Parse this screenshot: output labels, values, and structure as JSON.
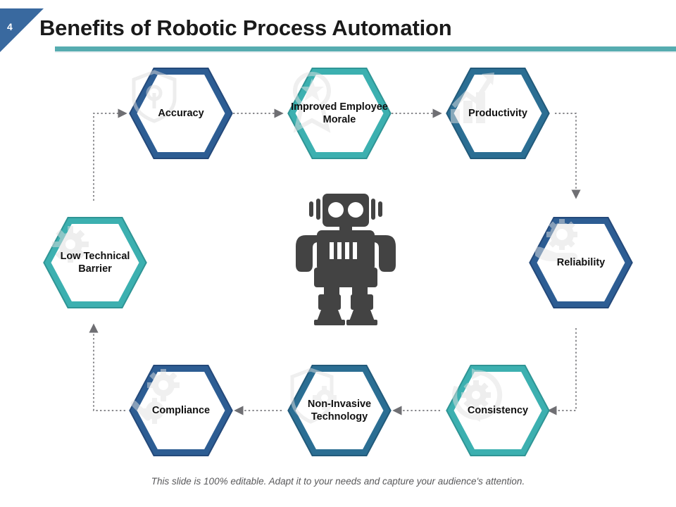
{
  "slide": {
    "number": "4",
    "title": "Benefits of Robotic Process Automation",
    "footer_note": "This slide is 100% editable. Adapt it to your needs and capture your audience's attention.",
    "accent_teal": "#56acb0",
    "accent_blue": "#39699f"
  },
  "nodes": [
    {
      "id": "accuracy",
      "label": "Accuracy",
      "icon": "shield-icon",
      "color": "#2d5d93",
      "color_dark": "#24497a"
    },
    {
      "id": "improved-employee-morale",
      "label": "Improved Employee Morale",
      "icon": "award-ribbon-icon",
      "color": "#3cb0b0",
      "color_dark": "#2f9595"
    },
    {
      "id": "productivity",
      "label": "Productivity",
      "icon": "bar-chart-growth-icon",
      "color": "#2b6e93",
      "color_dark": "#225a7a"
    },
    {
      "id": "reliability",
      "label": "Reliability",
      "icon": "gear-in-hand-icon",
      "color": "#2d5d93",
      "color_dark": "#24497a"
    },
    {
      "id": "consistency",
      "label": "Consistency",
      "icon": "gear-refresh-icon",
      "color": "#3cb0b0",
      "color_dark": "#2f9595"
    },
    {
      "id": "non-invasive-technology",
      "label": "Non-Invasive Technology",
      "icon": "shield-gear-icon",
      "color": "#2b6e93",
      "color_dark": "#225a7a"
    },
    {
      "id": "compliance",
      "label": "Compliance",
      "icon": "gears-wrench-icon",
      "color": "#2d5d93",
      "color_dark": "#24497a"
    },
    {
      "id": "low-technical-barrier",
      "label": "Low Technical Barrier",
      "icon": "gear-icon",
      "color": "#3cb0b0",
      "color_dark": "#2f9595"
    }
  ],
  "center": {
    "icon": "robot-icon",
    "color": "#434343"
  },
  "connector": {
    "style": "dotted",
    "color": "#77777a"
  }
}
